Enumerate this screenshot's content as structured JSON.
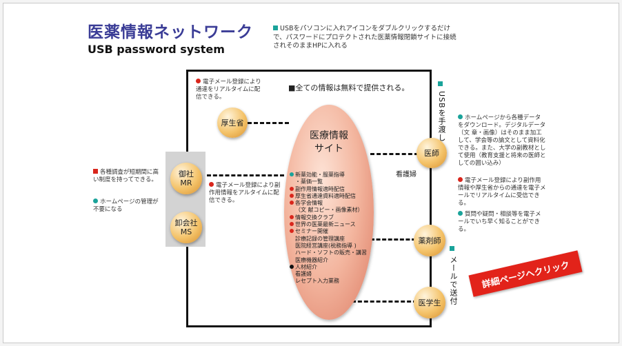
{
  "header": {
    "title": "医薬情報ネットワーク",
    "subtitle": "USB password system",
    "description": "USBをパソコンに入れアイコンをダブルクリックするだけで、パスワードにプロテクトされた医薬情報閉鎖サイトに接続されそのままHPに入れる"
  },
  "center": {
    "free_notice": "■全ての情報は無料で提供される。",
    "site_title_1": "医療情報",
    "site_title_2": "サイト",
    "items": [
      {
        "bullet": "teal",
        "text": "新薬効能・服薬指導"
      },
      {
        "bullet": "none",
        "text": "・薬価一覧"
      },
      {
        "bullet": "red",
        "text": "副作用情報適時配信"
      },
      {
        "bullet": "red",
        "text": "厚生省通達資料適時配信"
      },
      {
        "bullet": "red",
        "text": "各学会情報"
      },
      {
        "bullet": "none",
        "text": "（文 献コピー・画像素材）"
      },
      {
        "bullet": "red",
        "text": "情報交換クラブ"
      },
      {
        "bullet": "red",
        "text": "世界の医薬最新ニュース"
      },
      {
        "bullet": "red",
        "text": "セミナー開催"
      },
      {
        "bullet": "none2",
        "text": "診療記録の管理講座"
      },
      {
        "bullet": "none2",
        "text": "医院経営講座(税務指導 )"
      },
      {
        "bullet": "none2",
        "text": "ハード・ソフトの販売・講習"
      },
      {
        "bullet": "none2",
        "text": "医療機器紹介"
      },
      {
        "bullet": "black",
        "text": "人材紹介"
      },
      {
        "bullet": "none2",
        "text": "看護婦"
      },
      {
        "bullet": "none2",
        "text": "レセプト入力業務"
      }
    ]
  },
  "nodes": {
    "mhlw": "厚生省",
    "mr_1": "御社",
    "mr_2": "MR",
    "ms_1": "卸会社",
    "ms_2": "MS",
    "doctor": "医師",
    "pharmacist": "薬剤師",
    "student": "医学生"
  },
  "labels": {
    "nurse": "看護婦",
    "usb_handover": "USBを手渡し",
    "mail_send": "メールで送付"
  },
  "notes": {
    "top_left": "電子メール登録により通達をリアルタイムに配信できる。",
    "left_1": "各種調査が短期間に高い制度を持ってできる。",
    "left_2": "ホームページの管理が不要になる",
    "mid_left": "電子メール登録により副作用情報をアルタイムに配信できる。",
    "right_1": "ホームページから各種データをダウンロード。デジタルデータ（文 章・画像）はそのまま加工して、学会等の論文として資料化できる。また、大学の副教材として使用（教育支援と将来の医師としての囲い込み）",
    "right_2": "電子メール登録により副作用情報や厚生省からの通達を電子メールでリアルタイムに受信できる。",
    "right_3": "質問や疑問・相談等を電子メールでいち早く知ることができる。"
  },
  "cta": {
    "label": "詳細ページへクリック"
  },
  "colors": {
    "title": "#3a3c96",
    "teal": "#1aa39a",
    "red": "#d9261c",
    "node": "#f4c36a",
    "site": "#f3b59e",
    "cta": "#e2231a"
  }
}
